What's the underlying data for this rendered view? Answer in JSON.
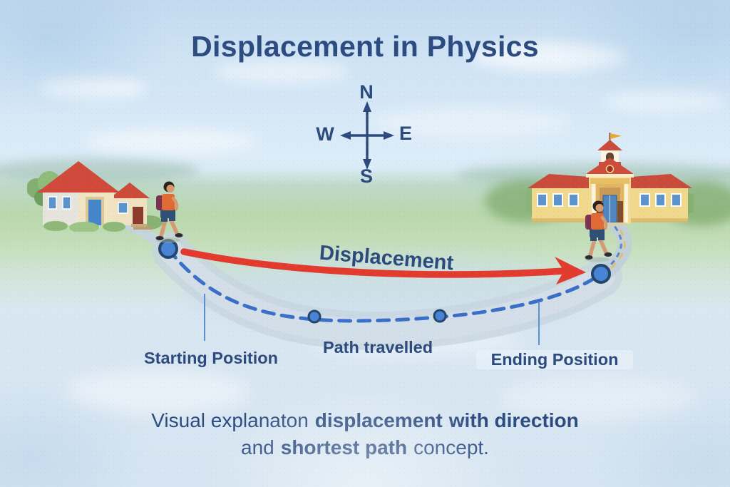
{
  "title": "Displacement in Physics",
  "compass": {
    "north": "N",
    "south": "S",
    "east": "E",
    "west": "W"
  },
  "diagram": {
    "displacement_label": "Displacement",
    "start_label": "Starting Position",
    "path_label": "Path travelled",
    "end_label": "Ending Position"
  },
  "caption": {
    "line1_normal": "Visual explanaton",
    "line1_medium": "displacement",
    "line1_bold": "with direction",
    "line2_normal_a": "and",
    "line2_bold": "shortest path",
    "line2_normal_b": "concept."
  },
  "icons": {
    "compass_rose": "four-way-cross-arrows",
    "position_marker": "filled-blue-circle",
    "displacement_arrow": "curved-red-arrow-right",
    "path_line": "blue-dashed-curve"
  },
  "colors": {
    "text_primary": "#2c4b80",
    "displacement_arrow": "#e23b2e",
    "path_dashes": "#3a6fc8",
    "marker_fill": "#4884d6",
    "marker_ring": "#24466b",
    "sky": "#cfe3f4",
    "grass": "#bcd9ad",
    "road": "#c6d4df",
    "roof_red": "#d0493a",
    "school_yellow": "#f0d88c",
    "house_cream": "#f1e4c3"
  }
}
